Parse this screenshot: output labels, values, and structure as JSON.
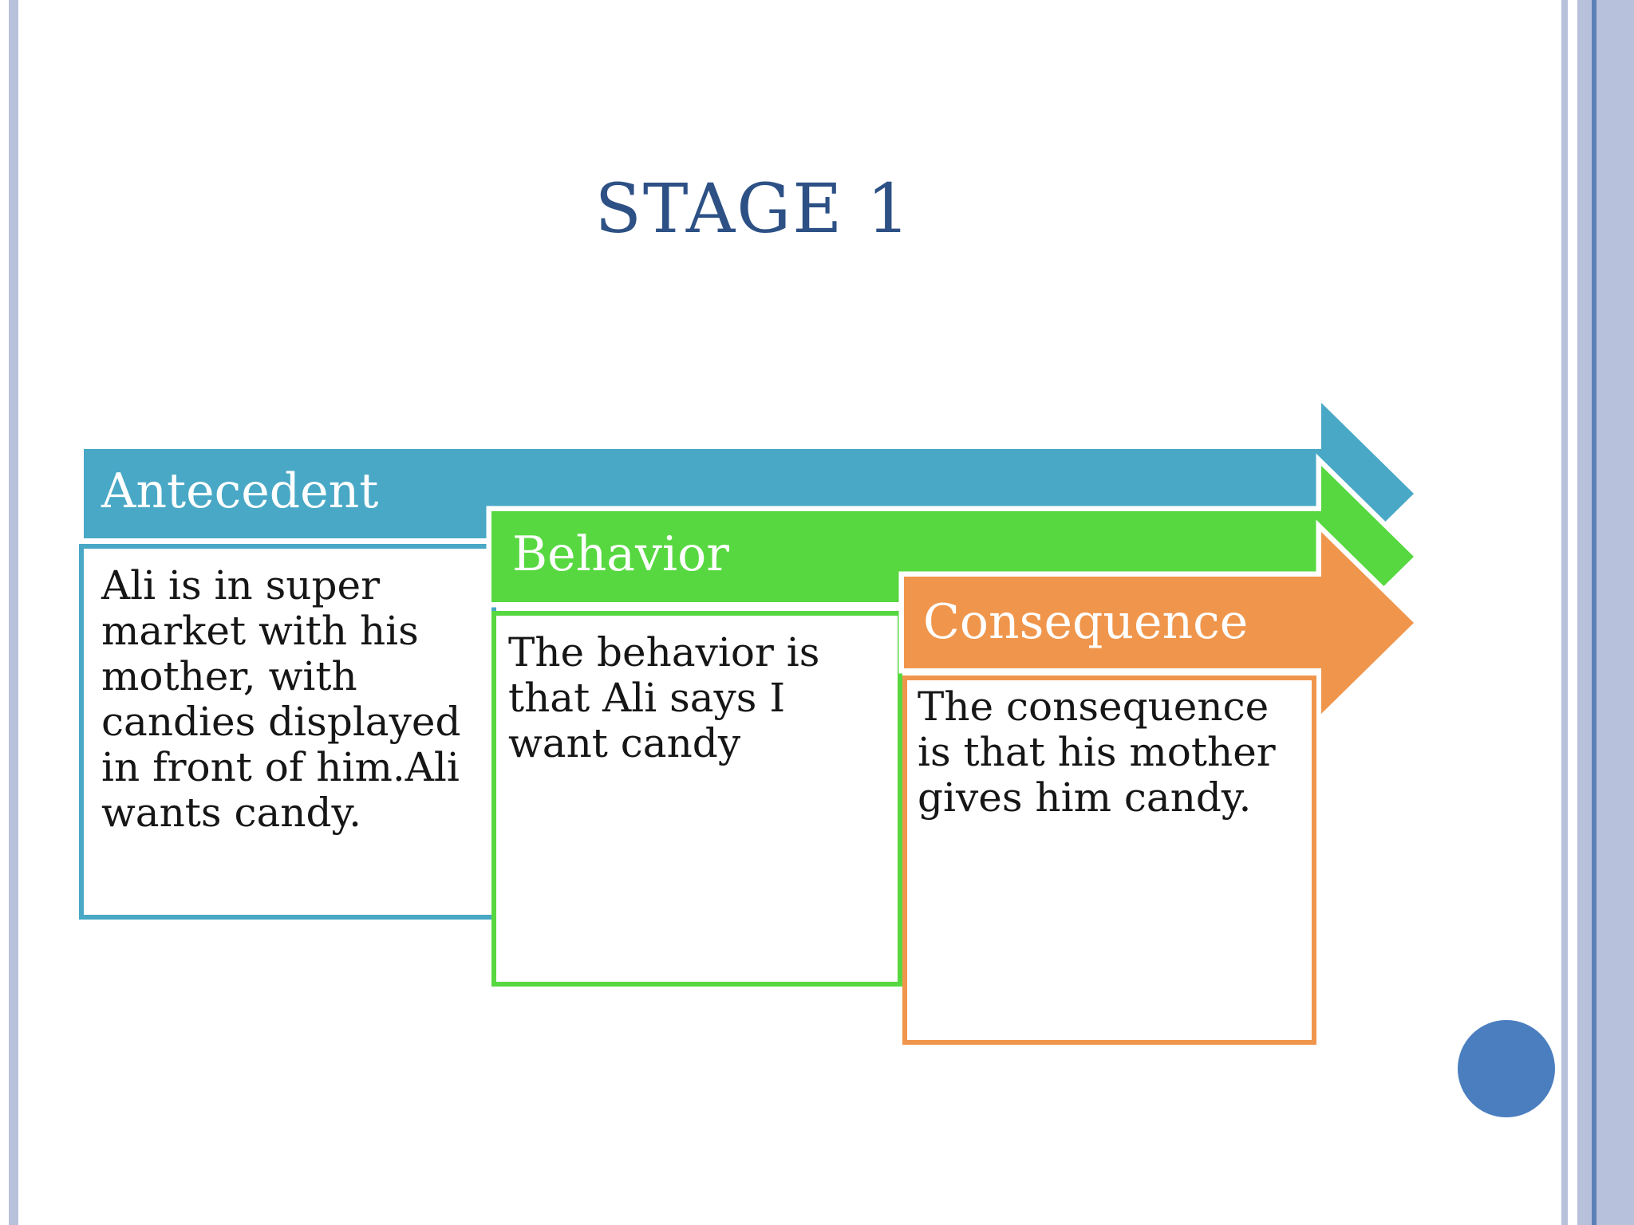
{
  "slide": {
    "title": "STAGE 1",
    "title_color": "#2d5185",
    "background_color": "#ffffff",
    "decor": {
      "rail_color": "#b7c1dc",
      "rail_accent_line_color": "#5b80b5",
      "circle_color": "#4a7ebf"
    },
    "diagram": {
      "type": "process-arrows",
      "stages": [
        {
          "label": "Antecedent",
          "color": "#49a8c6",
          "body": "Ali is in super\nmarket with his\nmother, with\ncandies displayed\nin front of him.Ali\nwants candy."
        },
        {
          "label": "Behavior",
          "color": "#57d840",
          "body": "The behavior is\nthat Ali says I\nwant candy"
        },
        {
          "label": "Consequence",
          "color": "#f0964c",
          "body": "The consequence\nis that his mother\ngives him candy."
        }
      ]
    }
  }
}
